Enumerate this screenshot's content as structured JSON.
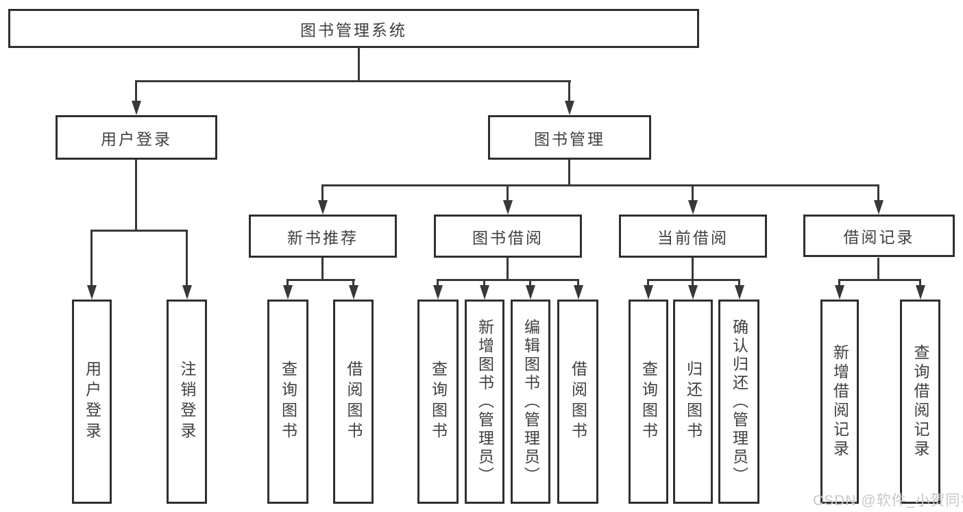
{
  "diagram": {
    "root": {
      "label": "图书管理系统"
    },
    "branches": {
      "user": {
        "label": "用户登录",
        "children": [
          {
            "label": "用户登录"
          },
          {
            "label": "注销登录"
          }
        ]
      },
      "books": {
        "label": "图书管理",
        "sections": [
          {
            "label": "新书推荐",
            "children": [
              {
                "label": "查询图书"
              },
              {
                "label": "借阅图书"
              }
            ]
          },
          {
            "label": "图书借阅",
            "children": [
              {
                "label": "查询图书"
              },
              {
                "label": "新增图书（管理员）"
              },
              {
                "label": "编辑图书（管理员）"
              },
              {
                "label": "借阅图书"
              }
            ]
          },
          {
            "label": "当前借阅",
            "children": [
              {
                "label": "查询图书"
              },
              {
                "label": "归还图书"
              },
              {
                "label": "确认归还（管理员）"
              }
            ]
          },
          {
            "label": "借阅记录",
            "children": [
              {
                "label": "新增借阅记录"
              },
              {
                "label": "查询借阅记录"
              }
            ]
          }
        ]
      }
    },
    "colors": {
      "line": "#383838",
      "box_border": "#2f2f2f",
      "text": "#3f3f3f",
      "background": "#ffffff",
      "watermark": "#c7c7c7"
    }
  },
  "watermark": {
    "text": "CSDN @软件_小贺同学"
  }
}
